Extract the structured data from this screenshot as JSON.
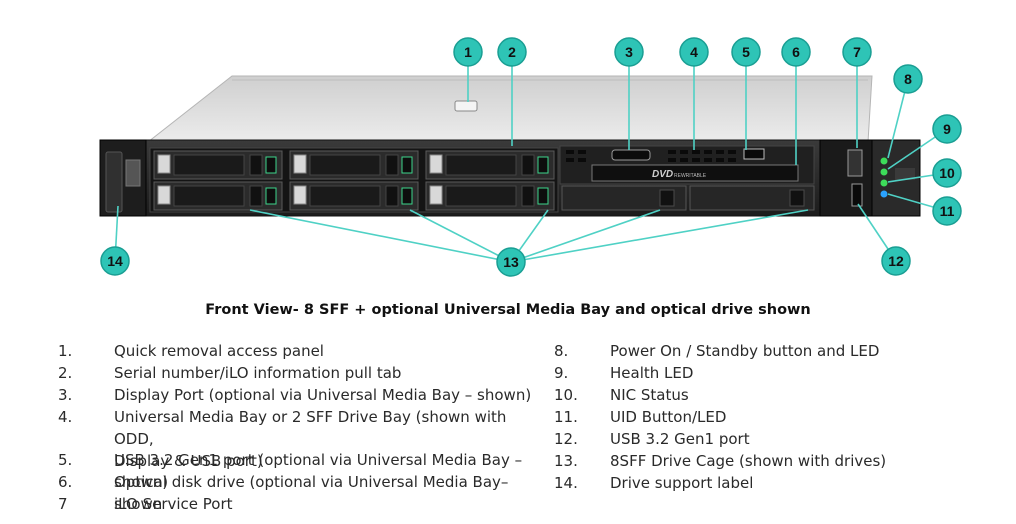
{
  "caption": "Front View- 8 SFF + optional Universal Media Bay and optical drive shown",
  "callouts": [
    "1",
    "2",
    "3",
    "4",
    "5",
    "6",
    "7",
    "8",
    "9",
    "10",
    "11",
    "12",
    "13",
    "14"
  ],
  "bay_labels": {
    "disc_logo": "DVD",
    "disc_sub": "REWRITABLE"
  },
  "legend_left": [
    {
      "num": "1.",
      "text": "Quick removal access panel"
    },
    {
      "num": "2.",
      "text": "Serial number/iLO information pull tab"
    },
    {
      "num": "3.",
      "text": "Display Port (optional via Universal Media Bay – shown)"
    },
    {
      "num": "4.",
      "text": "Universal Media Bay or 2 SFF Drive Bay (shown with ODD,\nDisplay & USB port)"
    },
    {
      "num": "5.",
      "text": "USB 3.2 Gen1 port (optional via Universal Media Bay – shown)"
    },
    {
      "num": "6.",
      "text": "Optical disk drive (optional via Universal Media Bay– shown"
    },
    {
      "num": "7",
      "text": "iLO Service Port"
    }
  ],
  "legend_right": [
    {
      "num": "8.",
      "text": "Power On / Standby button and LED"
    },
    {
      "num": "9.",
      "text": "Health LED"
    },
    {
      "num": "10.",
      "text": "NIC Status"
    },
    {
      "num": "11.",
      "text": "UID Button/LED"
    },
    {
      "num": "12.",
      "text": "USB 3.2 Gen1 port"
    },
    {
      "num": "13.",
      "text": "8SFF Drive Cage (shown with drives)"
    },
    {
      "num": "14.",
      "text": "Drive support label"
    }
  ],
  "colors": {
    "callout_fill": "#2ec4b6",
    "callout_stroke": "#1a9e93",
    "leader_line": "#4fd1c5",
    "chassis_top": "#d9d9d9",
    "chassis_front": "#2b2b2b",
    "led_green": "#3ddc5a",
    "led_blue": "#2aa3ff"
  }
}
